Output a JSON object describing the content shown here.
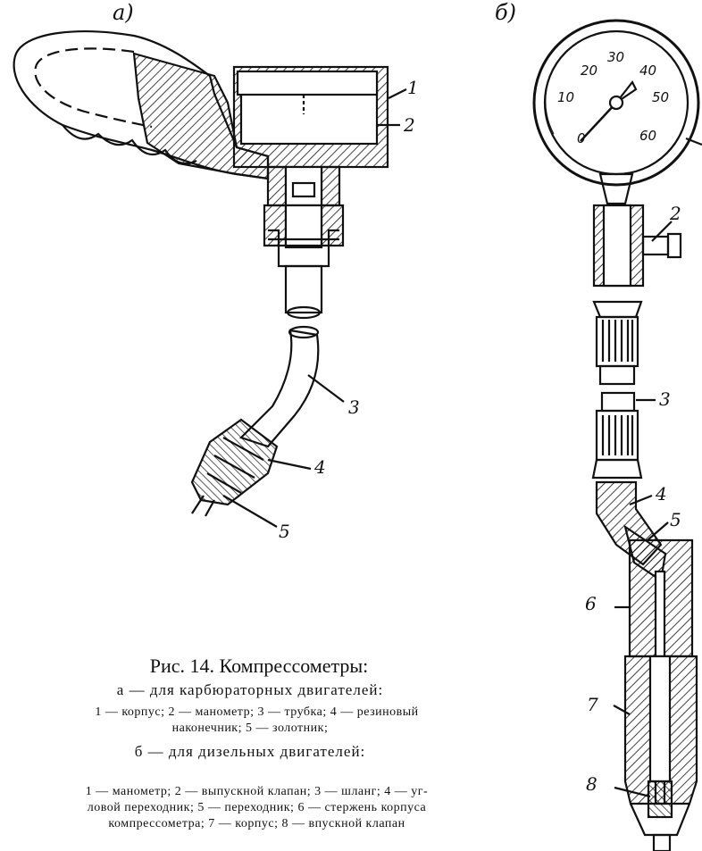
{
  "labels": {
    "a": "а)",
    "b": "б)"
  },
  "left_numbers": [
    "1",
    "2",
    "3",
    "4",
    "5"
  ],
  "right_numbers": [
    "2",
    "3",
    "4",
    "5",
    "6",
    "7",
    "8"
  ],
  "gauge_scale": [
    "0",
    "10",
    "20",
    "30",
    "40",
    "50",
    "60"
  ],
  "caption": {
    "title": "Рис. 14. Компрессометры:",
    "a_heading": "а — для карбюраторных двигателей:",
    "a_line1": "1 — корпус;   2 — манометр;   3 — трубка;   4 — резиновый",
    "a_line2": "наконечник;  5 — золотник;",
    "b_heading": "б — для дизельных двигателей:",
    "b_line1": "1 — манометр;  2 — выпускной клапан;  3 — шланг;  4 — уг-",
    "b_line2": "ловой переходник;  5 — переходник;  6 — стержень корпуса",
    "b_line3": "компрессометра;  7 — корпус;   8 — впускной клапан"
  }
}
